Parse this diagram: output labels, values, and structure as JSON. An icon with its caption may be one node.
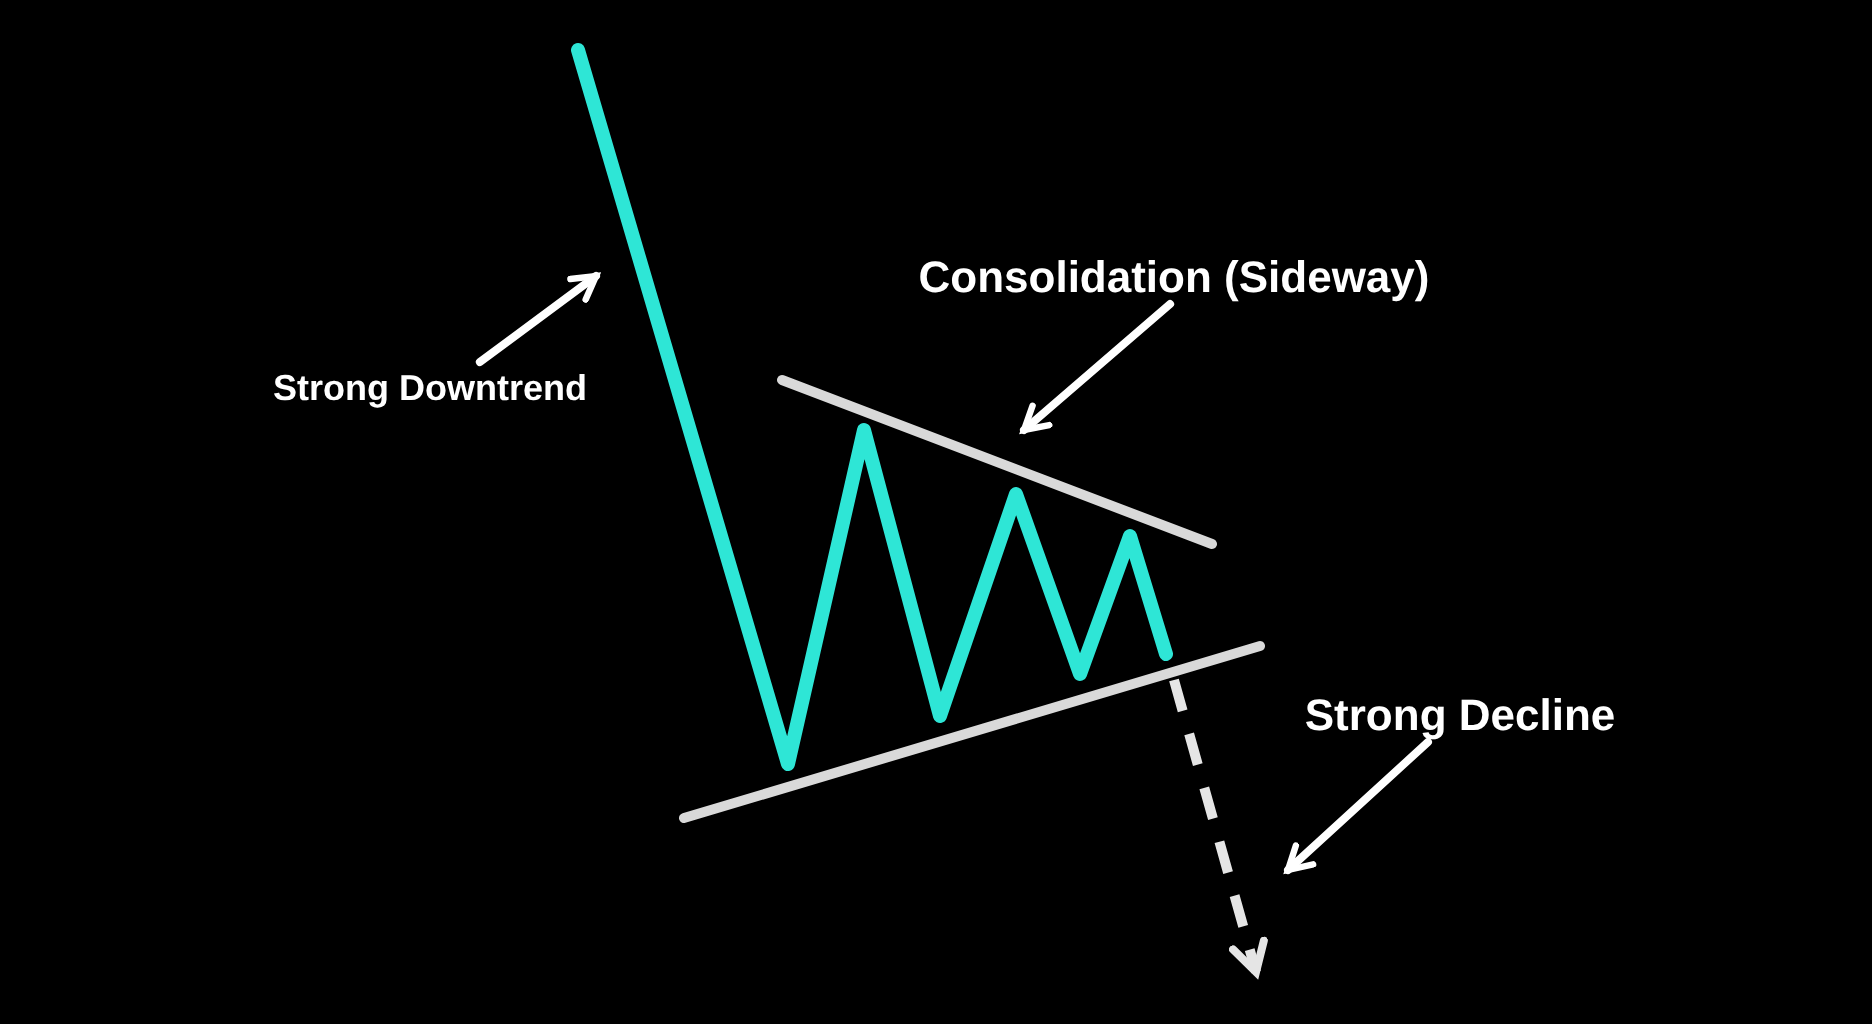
{
  "diagram": {
    "nodes": [
      {
        "text": [
          "Strong Downtrend"
        ]
      },
      {
        "text": [
          "Consolidation (Sideway)"
        ]
      },
      {
        "text": [
          "Strong Decline"
        ]
      }
    ],
    "edges": [
      {
        "from": 0,
        "to": null,
        "arrow": "to"
      },
      {
        "from": 1,
        "to": null,
        "arrow": "to"
      },
      {
        "from": 2,
        "to": null,
        "arrow": "to"
      }
    ]
  }
}
